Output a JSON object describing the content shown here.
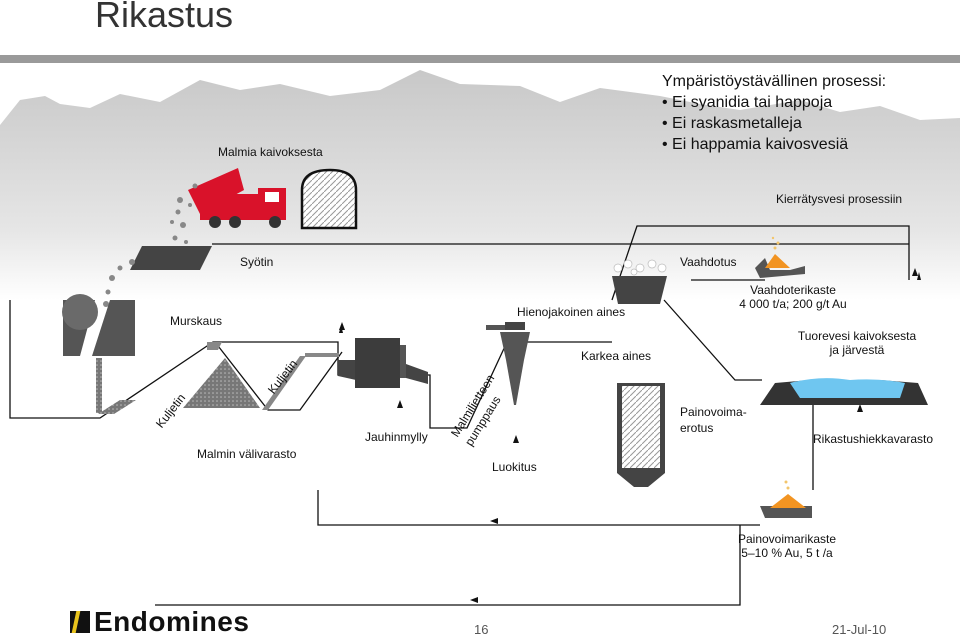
{
  "title": "Rikastus",
  "info": {
    "heading": "Ympäristöystävällinen prosessi:",
    "bullets": [
      "Ei syanidia tai happoja",
      "Ei raskasmetalleja",
      "Ei happamia kaivosvesiä"
    ]
  },
  "labels": {
    "ore_from_mine": "Malmia kaivoksesta",
    "recycled_water": "Kierrätysvesi prosessiin",
    "feed": "Syötin",
    "crushing": "Murskaus",
    "conveyor_1": "Kuljetin",
    "conveyor_2": "Kuljetin",
    "ore_stockpile": "Malmin välivarasto",
    "grinding_mill": "Jauhinmylly",
    "slurry_pumping_1": "Malmilietteen",
    "slurry_pumping_2": "pumppaus",
    "classification": "Luokitus",
    "fine_material": "Hienojakoinen aines",
    "coarse_material": "Karkea aines",
    "flotation": "Vaahdotus",
    "flotation_concentrate_1": "Vaahdoterikaste",
    "flotation_concentrate_2": "4 000 t/a; 200 g/t Au",
    "fresh_water_1": "Tuorevesi kaivoksesta",
    "fresh_water_2": "ja järvestä",
    "gravity_1": "Painovoima-",
    "gravity_2": "erotus",
    "tailings": "Rikastushiekkavarasto",
    "gravity_concentrate_1": "Painovoimarikaste",
    "gravity_concentrate_2": "5–10 % Au, 5 t /a"
  },
  "footer": {
    "company": "Endomines",
    "page": "16",
    "date": "21-Jul-10"
  },
  "colors": {
    "truck": "#d9122a",
    "concentrate": "#f29422",
    "water": "#6fc6f0",
    "equipment": "#4a4a4a",
    "mountains": "#d4d4d4",
    "accent": "#e8c31d"
  }
}
